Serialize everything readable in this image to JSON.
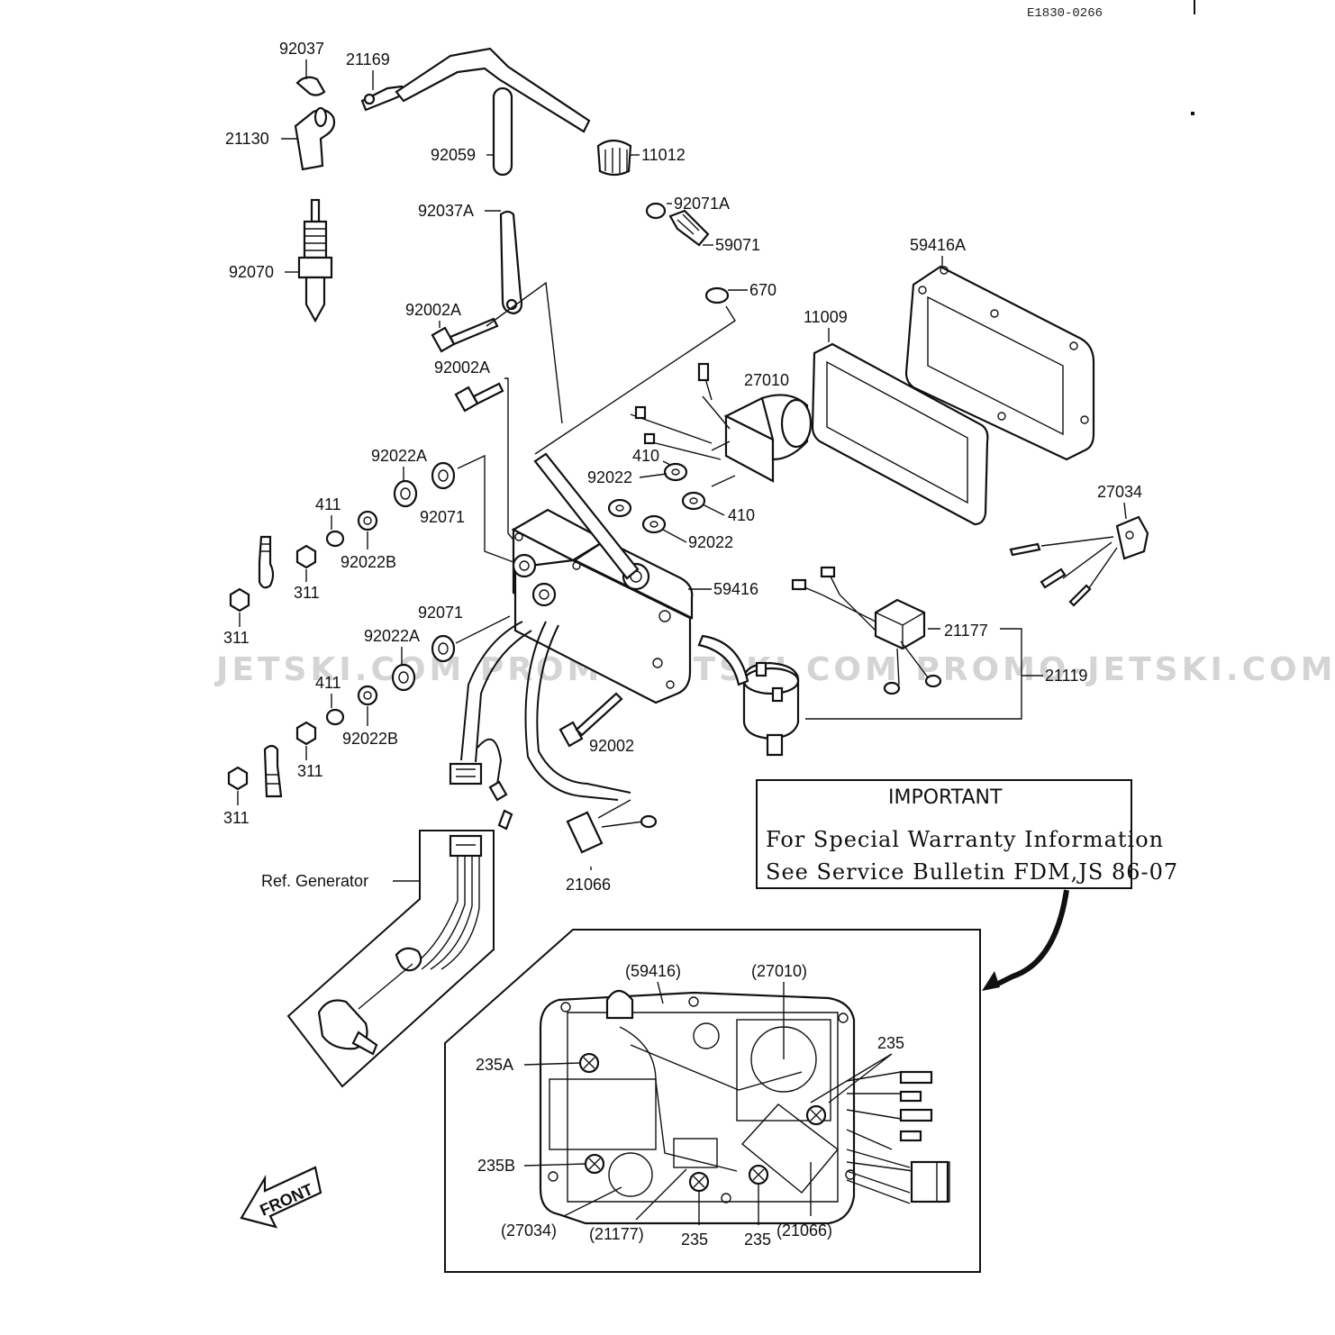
{
  "doc_code": "E1830-0266",
  "labels": {
    "p92037": "92037",
    "p21169": "21169",
    "p21130": "21130",
    "p92059": "92059",
    "p11012": "11012",
    "p92071A": "92071A",
    "p92037A": "92037A",
    "p59071": "59071",
    "p59416A": "59416A",
    "p92070": "92070",
    "p670": "670",
    "p92002A_1": "92002A",
    "p11009": "11009",
    "p92002A_2": "92002A",
    "p27010": "27010",
    "p92022A_1": "92022A",
    "p410_1": "410",
    "p92022_1": "92022",
    "p411_1": "411",
    "p92071_1": "92071",
    "p27034": "27034",
    "p410_2": "410",
    "p92022B_1": "92022B",
    "p92022_2": "92022",
    "p311_1": "311",
    "p59416": "59416",
    "p311_2": "311",
    "p92071_2": "92071",
    "p21177": "21177",
    "p92022A_2": "92022A",
    "p21119": "21119",
    "p411_2": "411",
    "p92022B_2": "92022B",
    "p92002": "92002",
    "p311_3": "311",
    "p311_4": "311",
    "p21066": "21066",
    "ref_generator": "Ref. Generator"
  },
  "important": {
    "title": "IMPORTANT",
    "line1": "For Special Warranty Information",
    "line2": "See Service Bulletin FDM,JS 86-07"
  },
  "inset_labels": {
    "c59416": "(59416)",
    "c27010": "(27010)",
    "c235_top": "235",
    "c235A": "235A",
    "c235B": "235B",
    "c27034": "(27034)",
    "c21177": "(21177)",
    "c235_a": "235",
    "c235_b": "235",
    "c21066": "(21066)"
  },
  "front_label": "FRONT",
  "watermark": "JETSKI.COM PROMO-JETSKI.COM PROMO-JETSKI.COM"
}
